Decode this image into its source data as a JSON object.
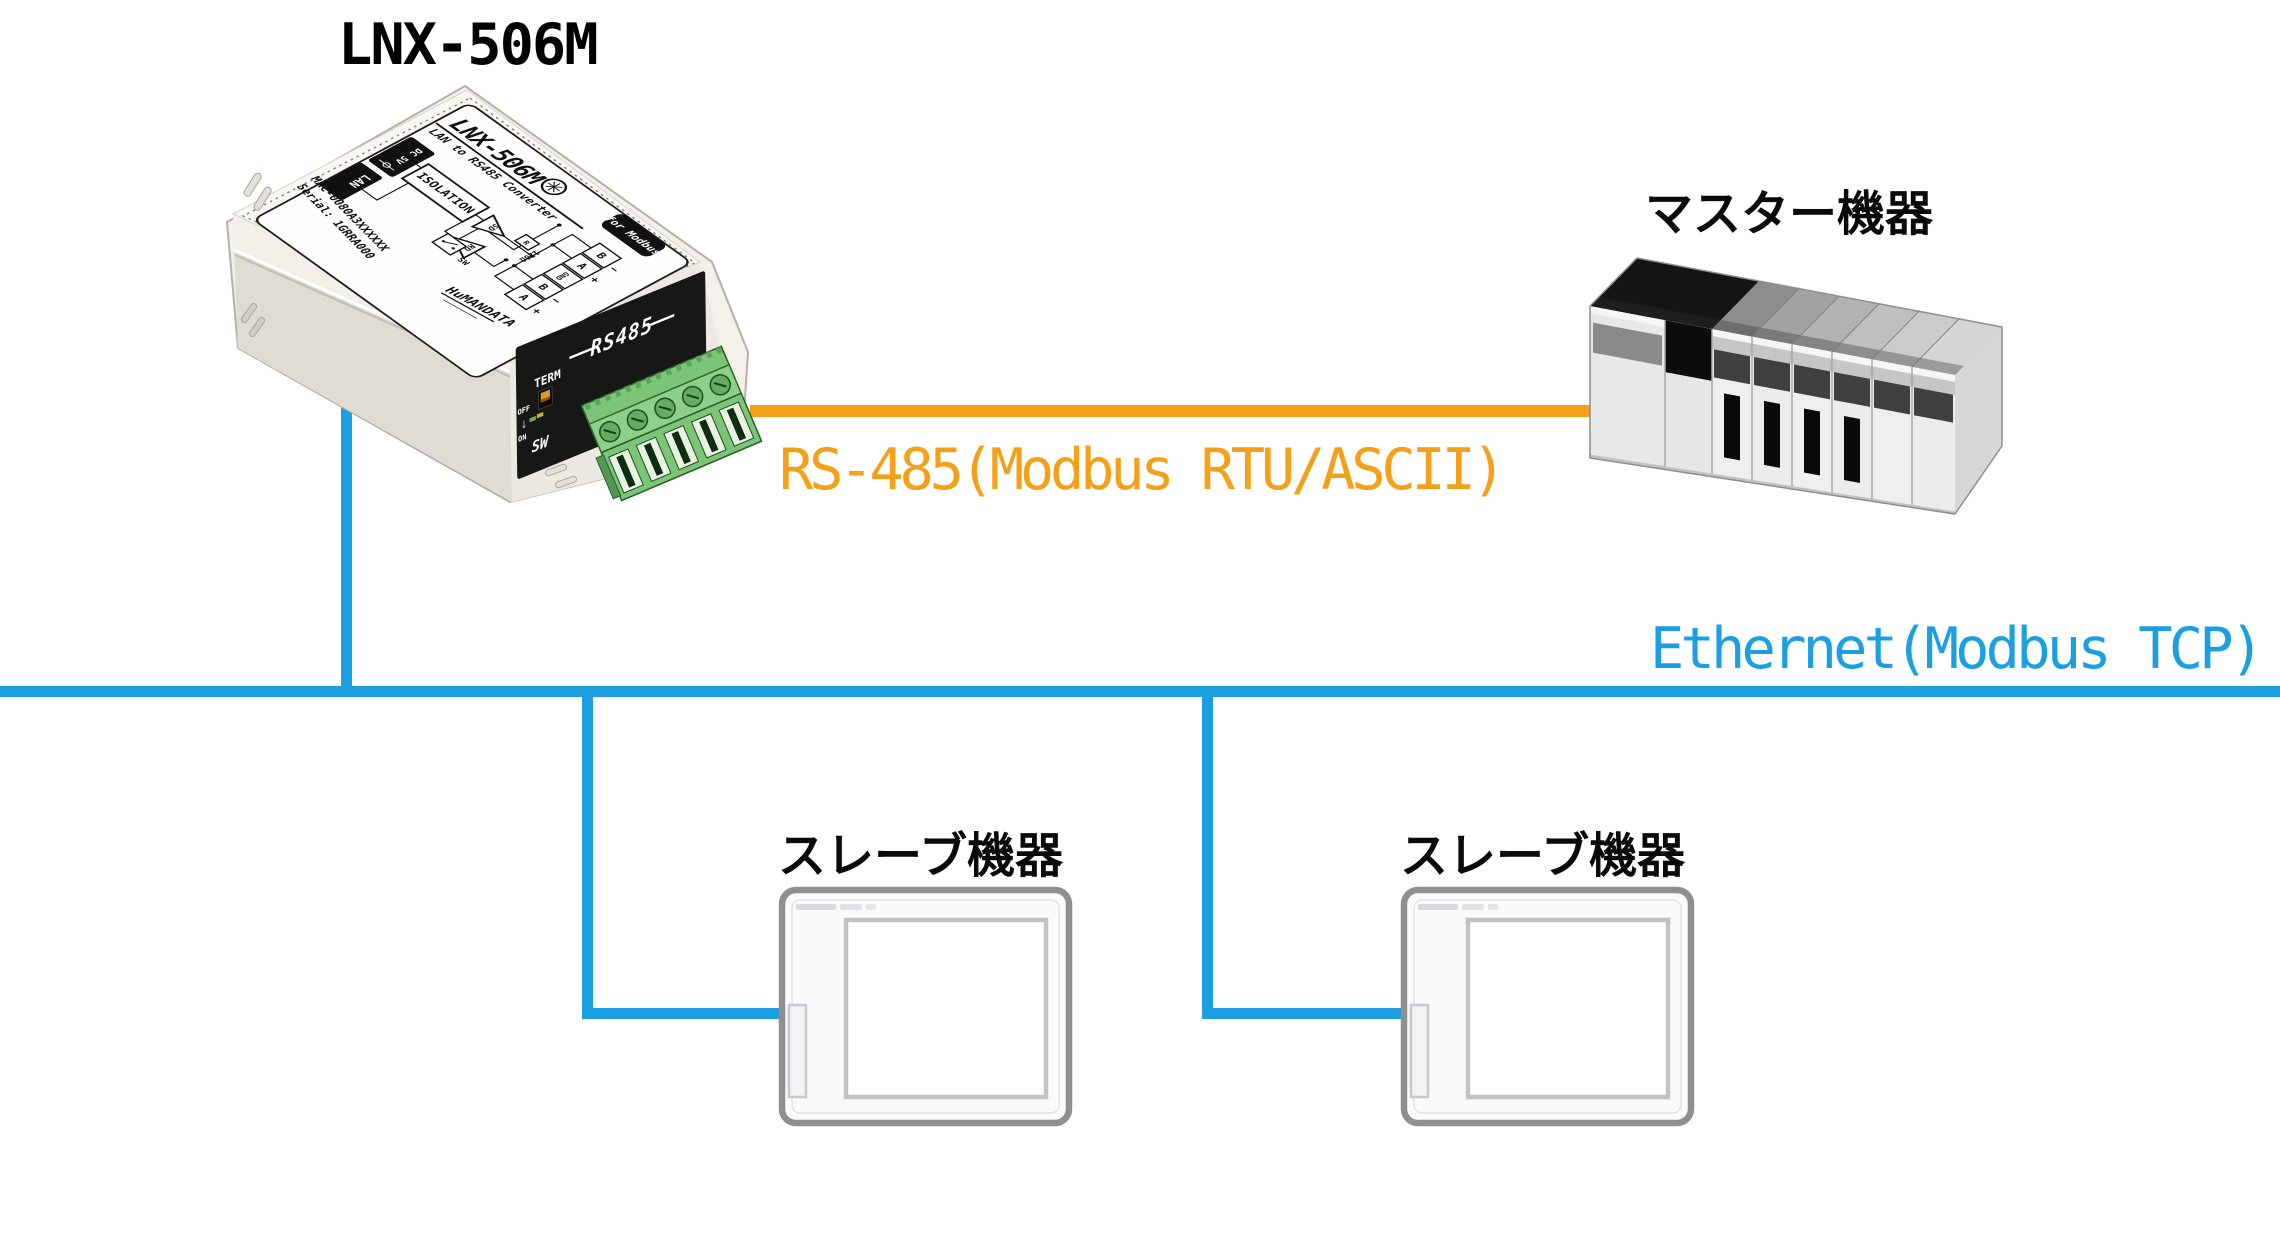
{
  "page": {
    "heading": "LNX-506M"
  },
  "connections": {
    "rs485": {
      "label": "RS-485(Modbus RTU/ASCII)",
      "color": "#F4A019"
    },
    "ethernet": {
      "label": "Ethernet(Modbus TCP)",
      "color": "#1B9FE1"
    }
  },
  "converter": {
    "label_sticker": {
      "model": "LNX-506M",
      "subtitle": "LAN to RS485 Converter",
      "lan_badge": "LAN",
      "power_badge": "DC 5V",
      "isolation": "ISOLATION",
      "driver_sd": "SD",
      "driver_rd": "RD",
      "switch_label": "SW",
      "resistor": "R",
      "resistor_value": "120Ω",
      "terminals": [
        "A",
        "B",
        "GND",
        "A",
        "B"
      ],
      "polarity": [
        "+",
        "−",
        "+",
        "−"
      ],
      "mac": "MAC-0080A3XXXXXX",
      "serial": "Serial: 1GRRA000",
      "brand": "HuMANDATA",
      "modbus_badge": "for Modbus"
    },
    "front_panel": {
      "port": "RS485",
      "term": "TERM",
      "off": "OFF",
      "arrow": "↓",
      "on": "ON",
      "sw": "SW"
    }
  },
  "master": {
    "label": "マスター機器"
  },
  "slaves": [
    {
      "label": "スレーブ機器"
    },
    {
      "label": "スレーブ機器"
    }
  ]
}
